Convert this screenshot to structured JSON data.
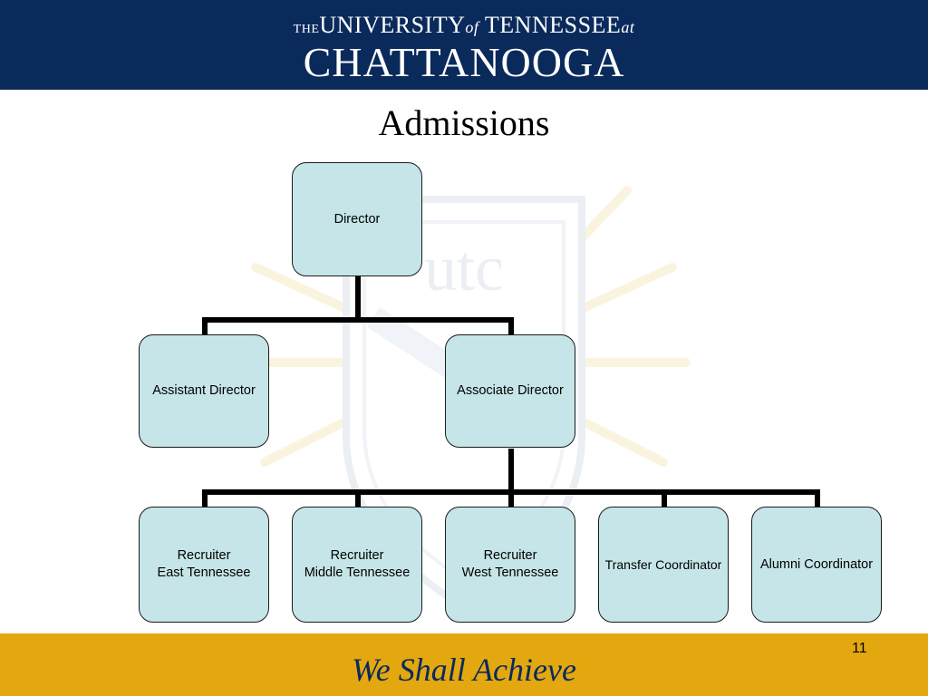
{
  "header": {
    "logo_line1_prefix": "THE",
    "logo_line1_main": "UNIVERSITY",
    "logo_line1_of": "of",
    "logo_line1_state": "TENNESSEE",
    "logo_line1_at": "at",
    "logo_line2": "CHATTANOOGA",
    "background_color": "#0a2a5c"
  },
  "slide": {
    "title": "Admissions",
    "page_number": "11"
  },
  "org_chart": {
    "director": "Director",
    "assistant_director": "Assistant Director",
    "associate_director": "Associate Director",
    "recruiter_east": "Recruiter\nEast Tennessee",
    "recruiter_middle": "Recruiter\nMiddle Tennessee",
    "recruiter_west": "Recruiter\nWest Tennessee",
    "transfer_coordinator": "Transfer Coordinator",
    "alumni_coordinator": "Alumni Coordinator",
    "node_color": "#c6e5e8"
  },
  "footer": {
    "tagline": "We Shall Achieve",
    "background_color": "#e3a80f"
  }
}
